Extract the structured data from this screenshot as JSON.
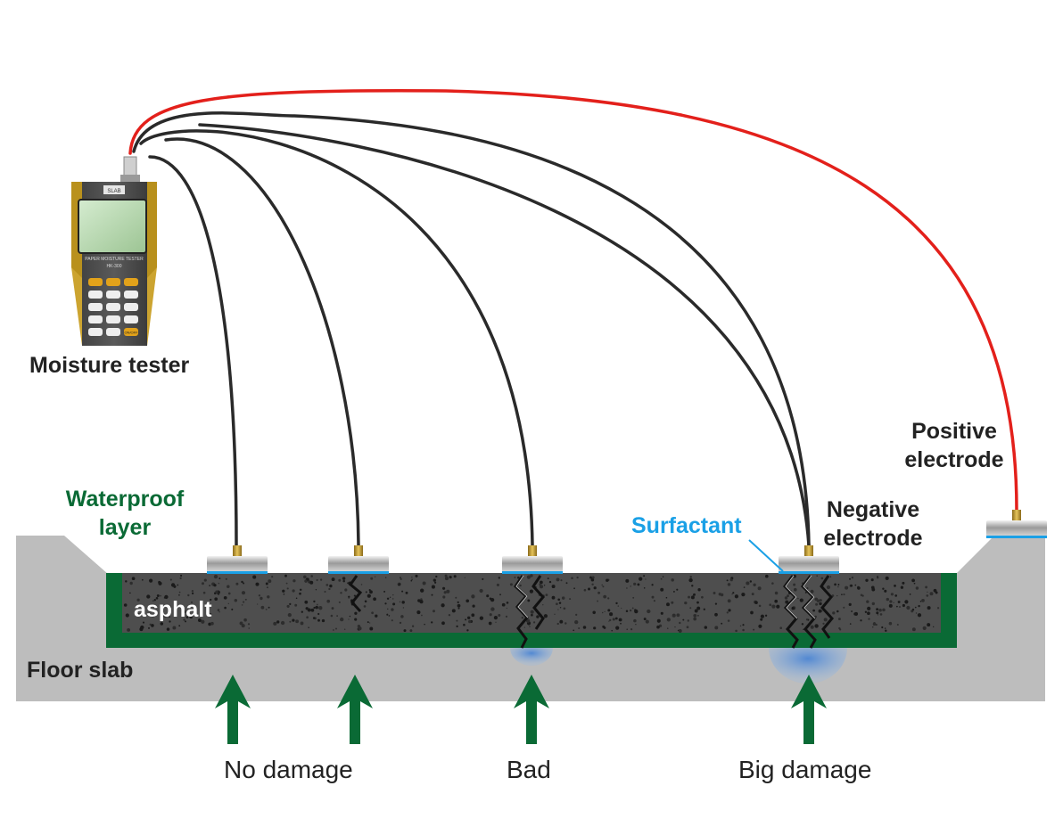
{
  "labels": {
    "moisture_tester": "Moisture tester",
    "positive_electrode_1": "Positive",
    "positive_electrode_2": "electrode",
    "negative_electrode_1": "Negative",
    "negative_electrode_2": "electrode",
    "surfactant": "Surfactant",
    "waterproof_1": "Waterproof",
    "waterproof_2": "layer",
    "asphalt": "asphalt",
    "floor_slab": "Floor slab"
  },
  "captions": {
    "no_damage": "No damage",
    "bad": "Bad",
    "big_damage": "Big damage"
  },
  "device": {
    "brand": "SLAB",
    "model_line1": "PAPER MOISTURE TESTER",
    "model_line2": "HK-300",
    "keys": [
      "",
      "",
      "",
      "",
      "",
      "",
      "",
      "",
      "",
      "",
      "",
      "",
      "",
      "",
      "ON/OFF"
    ]
  },
  "colors": {
    "slab": "#bdbdbd",
    "asphalt": "#4e4e4e",
    "waterproof": "#0a6a35",
    "positive_wire": "#e3201b",
    "negative_wire": "#2a2a2a",
    "surfactant": "#1aa0e6",
    "arrow": "#0a6a35"
  }
}
